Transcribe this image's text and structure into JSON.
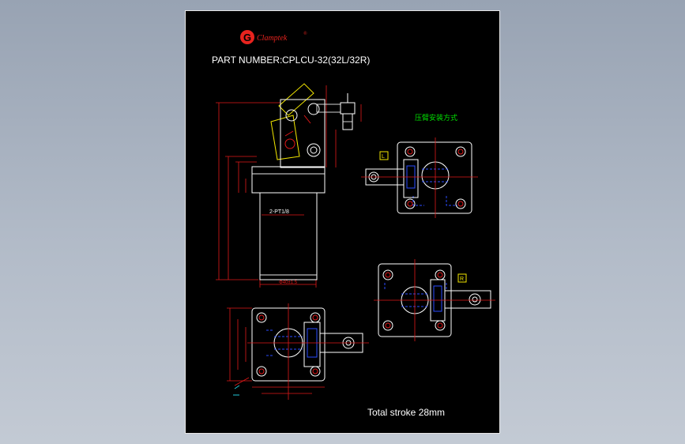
{
  "brand": {
    "logo_letter": "G",
    "name": "Clamptek",
    "mark": "®"
  },
  "part": {
    "label": "PART NUMBER:",
    "value": "CPLCU-32(32L/32R)"
  },
  "section_title_cn": "压臂安装方式",
  "variants": {
    "left": "L",
    "right": "R"
  },
  "side_view_labels": {
    "port": "2-PT1/8",
    "bottom_dim": "Φ40±1.5"
  },
  "stroke_text": "Total stroke 28mm",
  "colors": {
    "background": "#000000",
    "outline": "#ffffff",
    "dimension": "#e01818",
    "hidden": "#2a4dff",
    "label_box": "#f2e600",
    "text_green": "#00e000"
  }
}
